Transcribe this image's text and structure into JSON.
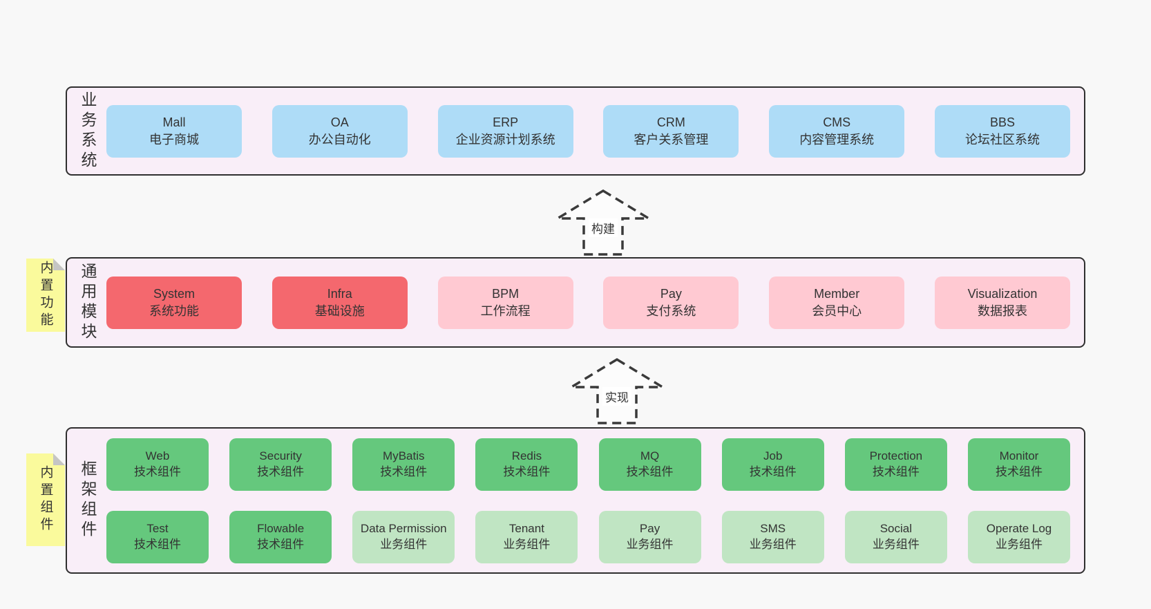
{
  "colors": {
    "page_bg": "#f8f8f8",
    "layer_bg": "#f9eef8",
    "layer_border": "#2f2f2f",
    "blue": "#aedcf7",
    "red": "#f4686e",
    "pink": "#ffc9d2",
    "green": "#65c87d",
    "light_green": "#c0e5c3",
    "note_yellow": "#fafa9c",
    "note_fold_gray": "#c5c5c5"
  },
  "arrows": [
    {
      "label": "构建"
    },
    {
      "label": "实现"
    }
  ],
  "notes": [
    {
      "label": "内置功能"
    },
    {
      "label": "内置组件"
    }
  ],
  "layers": [
    {
      "label": "业务系统",
      "items": [
        {
          "en": "Mall",
          "zh": "电子商城",
          "variant": "blue"
        },
        {
          "en": "OA",
          "zh": "办公自动化",
          "variant": "blue"
        },
        {
          "en": "ERP",
          "zh": "企业资源计划系统",
          "variant": "blue"
        },
        {
          "en": "CRM",
          "zh": "客户关系管理",
          "variant": "blue"
        },
        {
          "en": "CMS",
          "zh": "内容管理系统",
          "variant": "blue"
        },
        {
          "en": "BBS",
          "zh": "论坛社区系统",
          "variant": "blue"
        }
      ]
    },
    {
      "label": "通用模块",
      "items": [
        {
          "en": "System",
          "zh": "系统功能",
          "variant": "red"
        },
        {
          "en": "Infra",
          "zh": "基础设施",
          "variant": "red"
        },
        {
          "en": "BPM",
          "zh": "工作流程",
          "variant": "pink"
        },
        {
          "en": "Pay",
          "zh": "支付系统",
          "variant": "pink"
        },
        {
          "en": "Member",
          "zh": "会员中心",
          "variant": "pink"
        },
        {
          "en": "Visualization",
          "zh": "数据报表",
          "variant": "pink"
        }
      ]
    },
    {
      "label": "框架组件",
      "rows": [
        [
          {
            "en": "Web",
            "zh": "技术组件",
            "variant": "green"
          },
          {
            "en": "Security",
            "zh": "技术组件",
            "variant": "green"
          },
          {
            "en": "MyBatis",
            "zh": "技术组件",
            "variant": "green"
          },
          {
            "en": "Redis",
            "zh": "技术组件",
            "variant": "green"
          },
          {
            "en": "MQ",
            "zh": "技术组件",
            "variant": "green"
          },
          {
            "en": "Job",
            "zh": "技术组件",
            "variant": "green"
          },
          {
            "en": "Protection",
            "zh": "技术组件",
            "variant": "green"
          },
          {
            "en": "Monitor",
            "zh": "技术组件",
            "variant": "green"
          }
        ],
        [
          {
            "en": "Test",
            "zh": "技术组件",
            "variant": "green"
          },
          {
            "en": "Flowable",
            "zh": "技术组件",
            "variant": "green"
          },
          {
            "en": "Data Permission",
            "zh": "业务组件",
            "variant": "light_green"
          },
          {
            "en": "Tenant",
            "zh": "业务组件",
            "variant": "light_green"
          },
          {
            "en": "Pay",
            "zh": "业务组件",
            "variant": "light_green"
          },
          {
            "en": "SMS",
            "zh": "业务组件",
            "variant": "light_green"
          },
          {
            "en": "Social",
            "zh": "业务组件",
            "variant": "light_green"
          },
          {
            "en": "Operate Log",
            "zh": "业务组件",
            "variant": "light_green"
          }
        ]
      ]
    }
  ]
}
